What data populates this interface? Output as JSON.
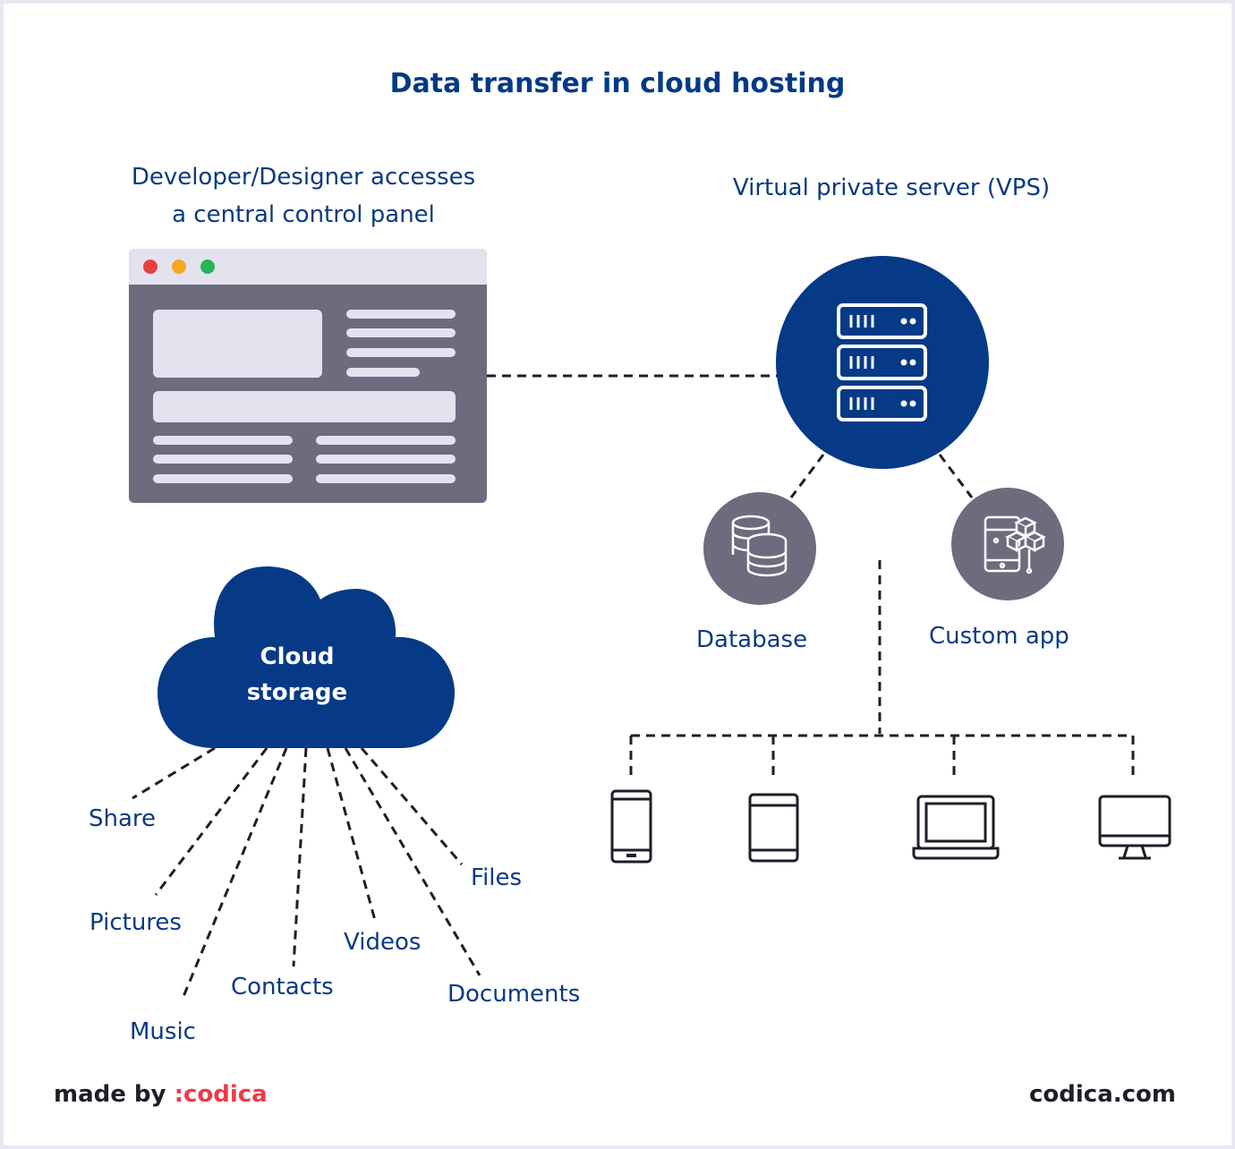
{
  "title": "Data transfer in cloud hosting",
  "control_panel": {
    "heading_line1": "Developer/Designer accesses",
    "heading_line2": "a central control panel"
  },
  "vps": {
    "heading": "Virtual private server (VPS)"
  },
  "nodes": {
    "database": "Database",
    "custom_app": "Custom app"
  },
  "cloud": {
    "line1": "Cloud",
    "line2": "storage"
  },
  "storage_items": {
    "share": "Share",
    "pictures": "Pictures",
    "music": "Music",
    "contacts": "Contacts",
    "videos": "Videos",
    "documents": "Documents",
    "files": "Files"
  },
  "devices": [
    "smartphone-icon",
    "tablet-icon",
    "laptop-icon",
    "desktop-icon"
  ],
  "footer": {
    "made_by": "made by",
    "brand": ":codica",
    "site": "codica.com"
  },
  "colors": {
    "navy": "#063a86",
    "gray": "#6c6c7e",
    "light": "#e5e4f0",
    "dot_red": "#e84040",
    "dot_yellow": "#f5a623",
    "dot_green": "#27b35a",
    "brand_red": "#f03a47"
  }
}
